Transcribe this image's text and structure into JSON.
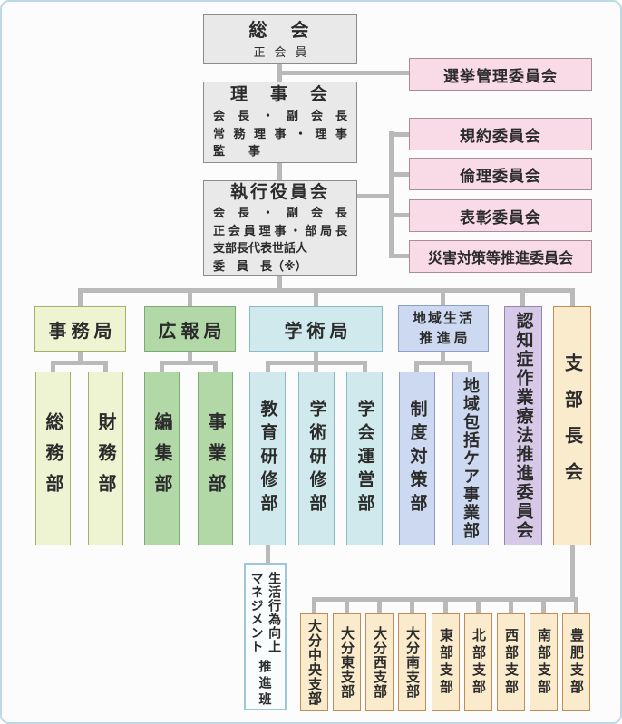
{
  "org": {
    "soukai": {
      "title": "総　会",
      "sub": "正会員"
    },
    "rijikai": {
      "title": "理　事　会",
      "lines": [
        "会長・副会長",
        "常務理事・理事",
        "監　　事"
      ]
    },
    "shikkou": {
      "title": "執行役員会",
      "lines": [
        "会長・副会長",
        "正会員理事・部局長",
        "支部長代表世話人",
        "委　員　長（※）"
      ]
    },
    "committees": [
      {
        "label": "選挙管理委員会"
      },
      {
        "label": "規約委員会"
      },
      {
        "label": "倫理委員会"
      },
      {
        "label": "表彰委員会"
      },
      {
        "label": "災害対策等推進委員会"
      }
    ],
    "bureaus": {
      "jimu": "事務局",
      "kouhou": "広報局",
      "gakujutsu": "学術局",
      "chiiki_line1": "地域生活",
      "chiiki_line2": "推進局",
      "ninchi": "認知症作業療法推進委員会",
      "shibu": "支部長会"
    },
    "departments": [
      {
        "label": "総務部"
      },
      {
        "label": "財務部"
      },
      {
        "label": "編集部"
      },
      {
        "label": "事業部"
      },
      {
        "label": "教育研修部"
      },
      {
        "label": "学術研修部"
      },
      {
        "label": "学会運営部"
      },
      {
        "label": "制度対策部"
      },
      {
        "label": "地域包括ケア事業部"
      }
    ],
    "lmts": {
      "col1": "生活行為向上",
      "col2": "マネジメント",
      "col3": "推進班"
    },
    "branches": [
      {
        "label": "大分中央支部"
      },
      {
        "label": "大分東支部"
      },
      {
        "label": "大分西支部"
      },
      {
        "label": "大分南支部"
      },
      {
        "label": "東部支部"
      },
      {
        "label": "北部支部"
      },
      {
        "label": "西部支部"
      },
      {
        "label": "南部支部"
      },
      {
        "label": "豊肥支部"
      }
    ]
  },
  "colors": {
    "frame_border": "#bcd9e6",
    "connector": "#b9b9b9",
    "gray_node": "#e9e9e9",
    "committee_pink": "#f8dbe7",
    "jimu_yellowgreen": "#eef3d2",
    "kouhou_green": "#b2d8a8",
    "gakujutsu_cyan": "#cfe9ed",
    "chiiki_periwinkle": "#ccd9f0",
    "ninchi_purple": "#d6c8e7",
    "shibu_cream": "#fbebcd",
    "lmts_border": "#9fc6d6"
  }
}
